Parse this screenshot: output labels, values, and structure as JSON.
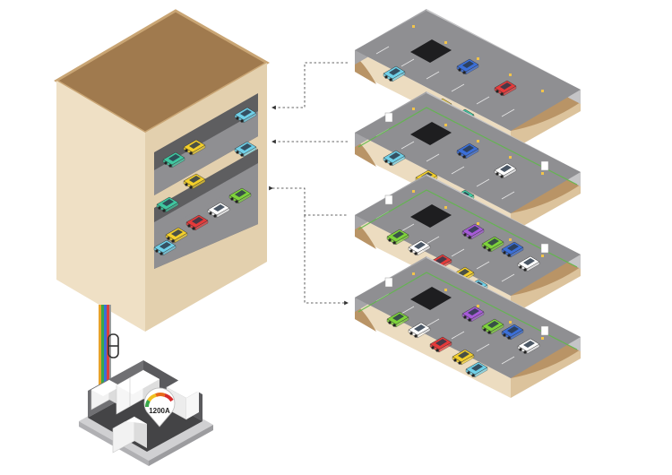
{
  "meter": {
    "reading": "1200A",
    "gauge_colors": [
      "#3aa84a",
      "#f0c020",
      "#e86a1a",
      "#d62a2a"
    ]
  },
  "palette": {
    "building_face": "#ecdcc0",
    "building_top": "#a07a4e",
    "floor_gray": "#8f8f92",
    "wall_gray": "#b8b8ba",
    "soil": "#b99466",
    "cable_colors": [
      "#e8a22a",
      "#3aa84a",
      "#3b6fd8",
      "#d84040",
      "#9a9a9a"
    ]
  },
  "car_colors": [
    "#6fd0e8",
    "#3b6fd8",
    "#e63a3a",
    "#f3cf2a",
    "#3fc7a0",
    "#ffffff",
    "#7ed33a",
    "#a65bd8"
  ],
  "levels": [
    {
      "name": "level-1",
      "ev_chargers": false
    },
    {
      "name": "level-2",
      "ev_chargers": true
    },
    {
      "name": "level-3",
      "ev_chargers": true
    },
    {
      "name": "level-4",
      "ev_chargers": true
    }
  ]
}
